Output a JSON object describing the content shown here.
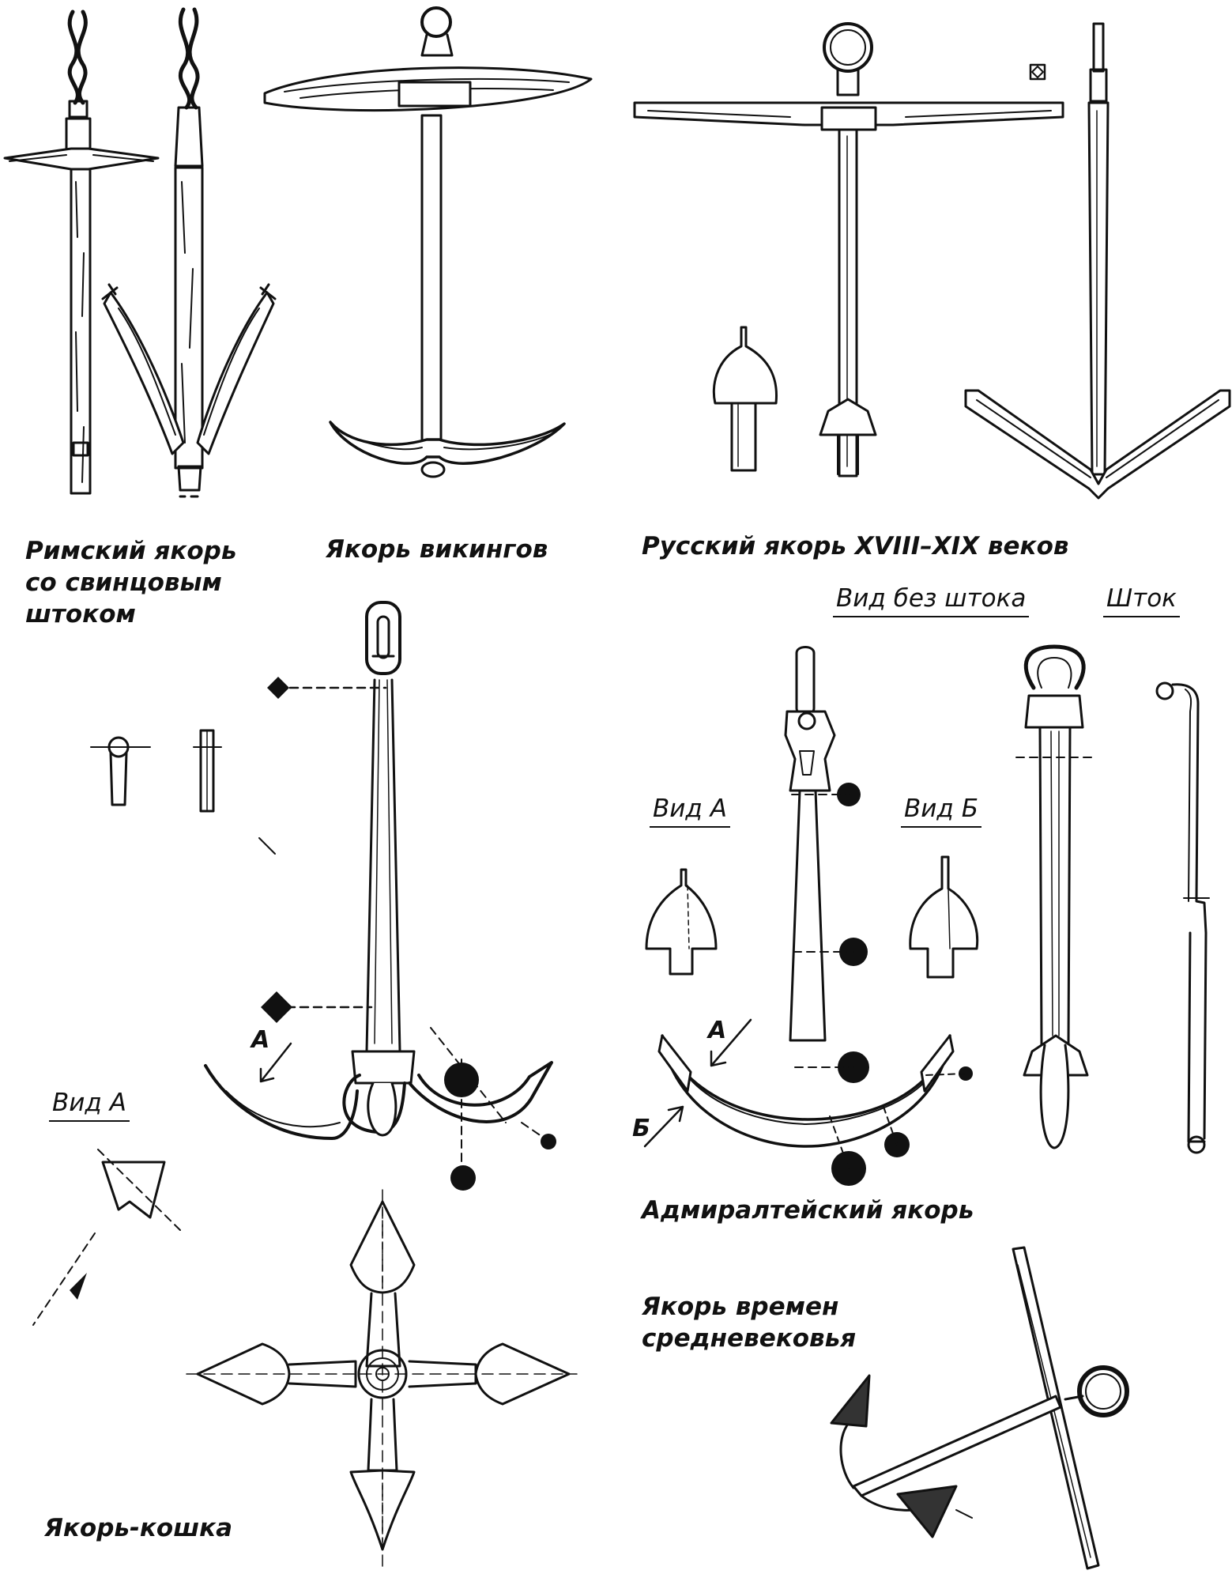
{
  "captions": {
    "roman": [
      "Римский якорь",
      "со свинцовым",
      "штоком"
    ],
    "viking": "Якорь викингов",
    "russian": "Русский якорь XVIII–XIX веков",
    "admiralty": "Адмиралтейский якорь",
    "medieval": [
      "Якорь времен",
      "средневековья"
    ],
    "grapnel": "Якорь-кошка"
  },
  "labels": {
    "view_no_stock": "Вид без штока",
    "stock": "Шток",
    "view_a": "Вид А",
    "view_b": "Вид Б",
    "grapnel_view_a": "Вид А",
    "letter_a": "А",
    "letter_b": "Б"
  },
  "colors": {
    "ink": "#111111",
    "paper": "#ffffff"
  }
}
